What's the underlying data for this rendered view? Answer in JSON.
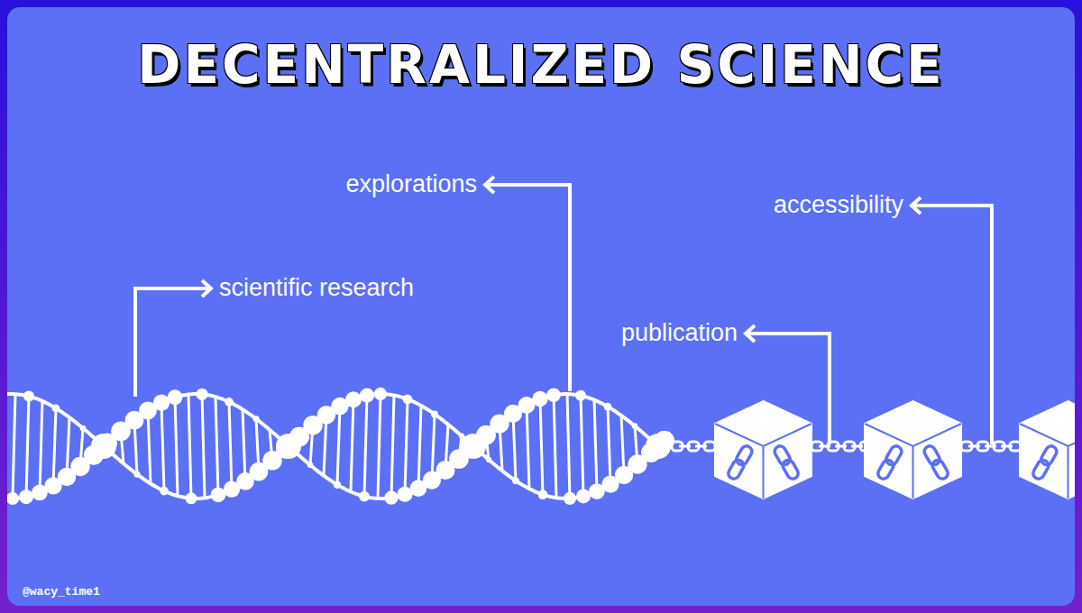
{
  "diagram": {
    "title": "DECENTRALIZED SCIENCE",
    "labels": [
      "scientific research",
      "explorations",
      "publication",
      "accessibility",
      "@wacy_time1"
    ]
  }
}
